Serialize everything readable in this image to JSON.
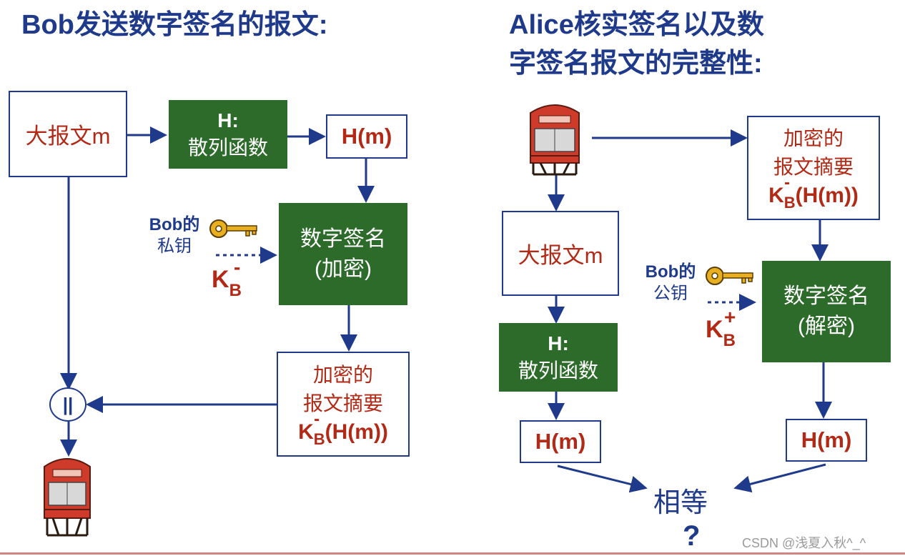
{
  "left": {
    "title": "Bob发送数字签名的报文:",
    "message_box": "大报文m",
    "hash_box_line1": "H:",
    "hash_box_line2": "散列函数",
    "hm_box": "H(m)",
    "sign_box_line1": "数字签名",
    "sign_box_line2": "(加密)",
    "key_label_bob": "Bob的",
    "key_label_line2": "私钥",
    "key_symbol": "K",
    "key_subscript": "B",
    "key_superscript": "-",
    "digest_line1": "加密的",
    "digest_line2": "报文摘要",
    "digest_k": "K",
    "digest_sub": "B",
    "digest_sup": "-",
    "digest_tail": "(H(m))",
    "concat_symbol": "||"
  },
  "right": {
    "title_line1": "Alice核实签名以及数",
    "title_line2": "字签名报文的完整性:",
    "digest_line1": "加密的",
    "digest_line2": "报文摘要",
    "digest_k": "K",
    "digest_sub": "B",
    "digest_sup": "-",
    "digest_tail": "(H(m))",
    "message_box": "大报文m",
    "key_label_bob": "Bob的",
    "key_label_line2": "公钥",
    "key_symbol": "K",
    "key_subscript": "B",
    "key_superscript": "+",
    "verify_box_line1": "数字签名",
    "verify_box_line2": "(解密)",
    "hash_box_line1": "H:",
    "hash_box_line2": "散列函数",
    "hm_left": "H(m)",
    "hm_right": "H(m)",
    "equal_label": "相等",
    "question": "?"
  },
  "watermark": "CSDN @浅夏入秋^_^",
  "colors": {
    "arrow": "#1f3a8a",
    "green": "#2d6b2a",
    "red_text": "#b22a16",
    "title": "#1f3a8a"
  },
  "icons": [
    "mailbox-icon",
    "key-icon"
  ]
}
